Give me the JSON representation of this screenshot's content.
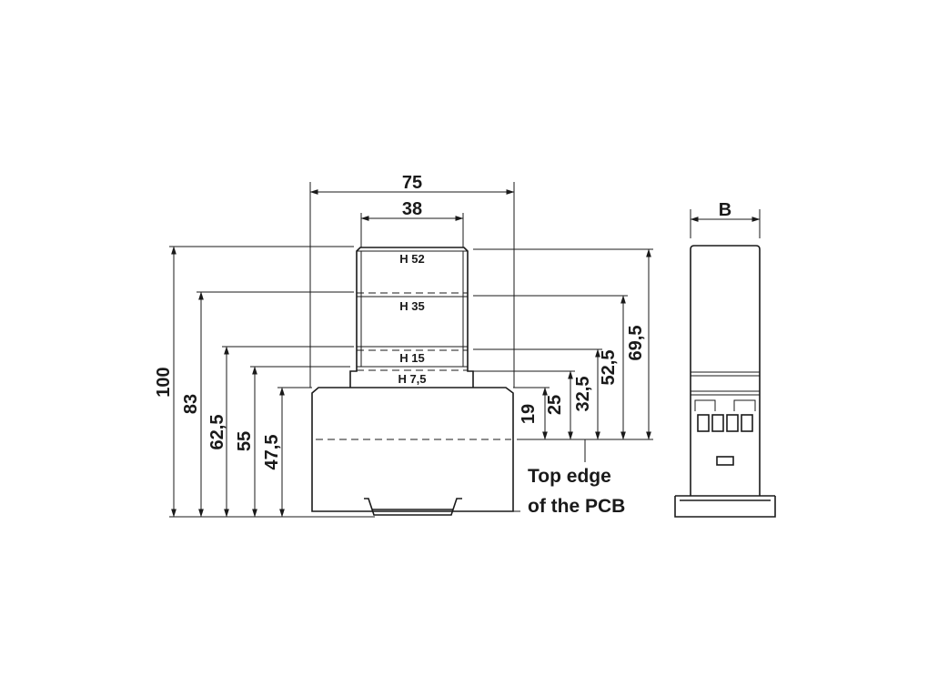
{
  "drawing": {
    "width_labels": {
      "overall": "75",
      "top": "38",
      "side": "B"
    },
    "height_labels_left": [
      "100",
      "83",
      "62,5",
      "55",
      "47,5"
    ],
    "height_labels_right": [
      "19",
      "25",
      "32,5",
      "52,5",
      "69,5"
    ],
    "module_heights": [
      "H 52",
      "H 35",
      "H 15",
      "H 7,5"
    ],
    "caption_line1": "Top edge",
    "caption_line2": "of the PCB",
    "line_color": "#1a1a1a"
  }
}
